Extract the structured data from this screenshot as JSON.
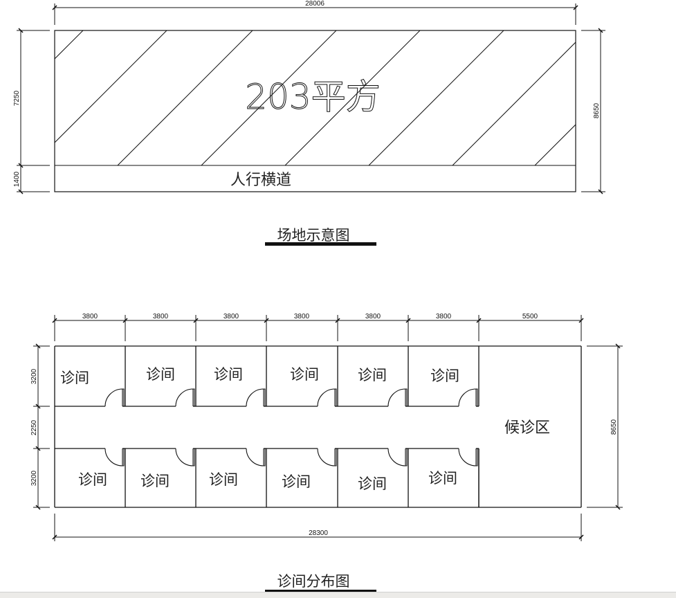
{
  "site_plan": {
    "title": "场地示意图",
    "area_label": "203平方",
    "walkway_label": "人行横道",
    "dimensions": {
      "width": "28006",
      "main_height": "7250",
      "walkway_height": "1400",
      "total_height": "8650"
    }
  },
  "room_layout": {
    "title": "诊间分布图",
    "room_label": "诊间",
    "waiting_label": "候诊区",
    "column_widths": [
      "3800",
      "3800",
      "3800",
      "3800",
      "3800",
      "3800",
      "5500"
    ],
    "row_heights": [
      "3200",
      "2250",
      "3200"
    ],
    "total_width": "28300",
    "total_height": "8650",
    "top_rooms": [
      "诊间",
      "诊间",
      "诊间",
      "诊间",
      "诊间",
      "诊间"
    ],
    "bottom_rooms": [
      "诊间",
      "诊间",
      "诊间",
      "诊间",
      "诊间",
      "诊间"
    ]
  },
  "colors": {
    "line": "#111111",
    "title_bar": "#111111",
    "background": "#ffffff"
  }
}
